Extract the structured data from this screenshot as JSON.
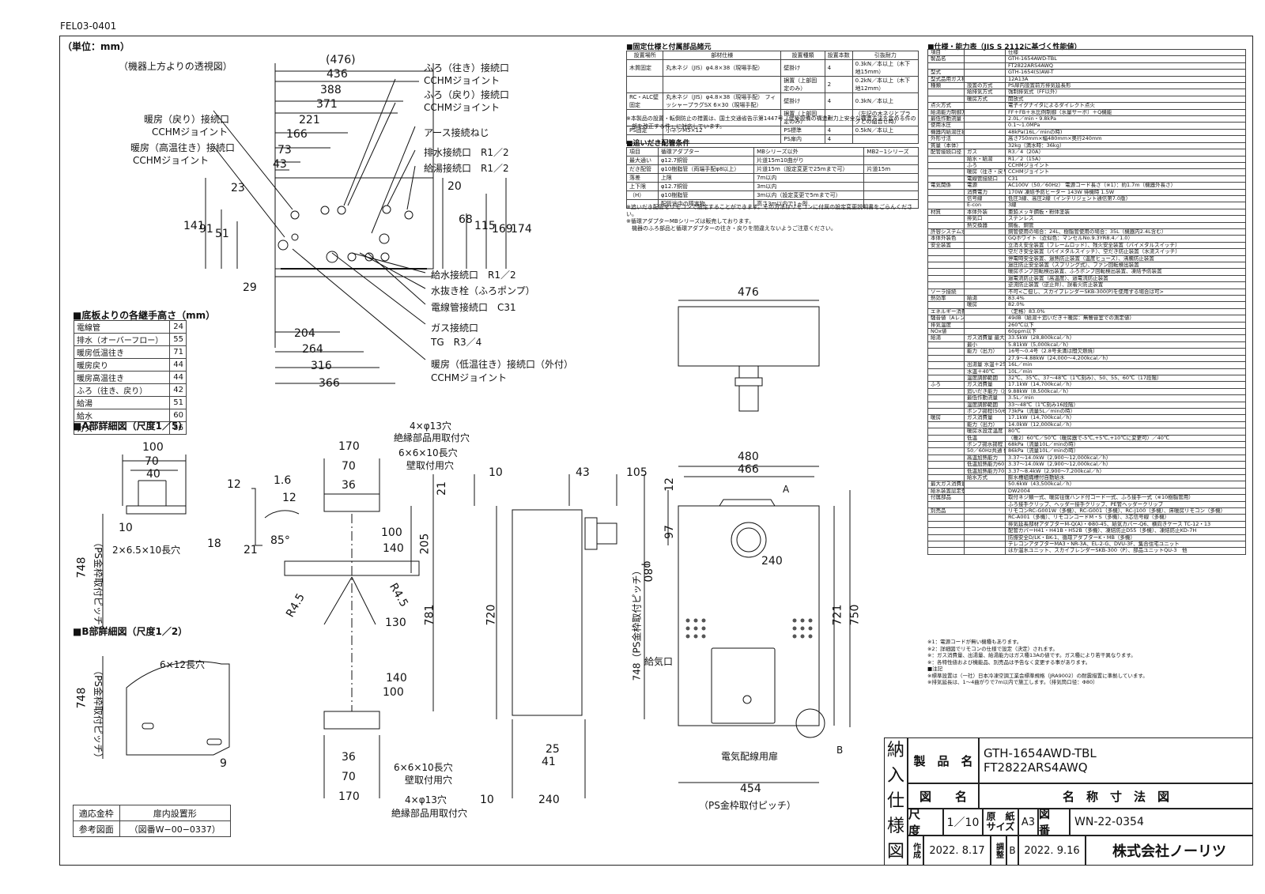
{
  "doc_id": "FEL03-0401",
  "unit": "（単位：mm）",
  "top_view": {
    "title": "（機器上方よりの透視図）",
    "dims_h": [
      "(476)",
      "436",
      "388",
      "371",
      "221",
      "166",
      "73",
      "43"
    ],
    "dims_v": [
      "141",
      "91",
      "51",
      "23",
      "20",
      "68",
      "115",
      "169",
      "174"
    ],
    "dims_b": [
      "29",
      "204",
      "264",
      "316",
      "366"
    ]
  },
  "connections": [
    "ふろ（往き）接続口",
    "CCHMジョイント",
    "ふろ（戻り）接続口",
    "CCHMジョイント",
    "アース接続ねじ",
    "排水接続口　R1／2",
    "給湯接続口　R1／2",
    "暖房（戻り）接続口",
    "CCHMジョイント",
    "暖房（高温往き）接続口",
    "CCHMジョイント",
    "給水接続口　R1／2",
    "水抜き栓（ふろポンプ）",
    "電線管接続口　C31",
    "ガス接続口",
    "TG　R3／4",
    "暖房（低温往き）接続口（外付）",
    "CCHMジョイント"
  ],
  "height_table": {
    "title": "■底板よりの各継手高さ（mm）",
    "rows": [
      [
        "電線管",
        "24"
      ],
      [
        "排水（オーバーフロー）",
        "55"
      ],
      [
        "暖房低温往き",
        "71"
      ],
      [
        "暖房戻り",
        "44"
      ],
      [
        "暖房高温往き",
        "44"
      ],
      [
        "ふろ（往き、戻り）",
        "42"
      ],
      [
        "給湯",
        "51"
      ],
      [
        "給水",
        "60"
      ],
      [
        "ガス",
        "56"
      ]
    ]
  },
  "detail_a": {
    "title": "■A部詳細図（尺度1／5）",
    "dims": [
      "100",
      "70",
      "40",
      "10",
      "18",
      "12",
      "21",
      "1.6",
      "12",
      "85°",
      "2×6.5×10長穴",
      "748",
      "（PS金枠取付ピッチ）"
    ]
  },
  "detail_b": {
    "title": "■B部詳細図（尺度1／2）",
    "dims": [
      "6×12長穴",
      "748",
      "（PS金枠取付ピッチ）",
      "9"
    ]
  },
  "bracket_view": {
    "labels": [
      "4×φ13穴",
      "絶縁部品用取付穴",
      "6×6×10長穴",
      "壁取付用穴",
      "170",
      "70",
      "36",
      "21",
      "100",
      "140",
      "205",
      "R4.5",
      "R4.5",
      "130",
      "781",
      "140",
      "100",
      "70",
      "36",
      "170",
      "6×6×10長穴",
      "壁取付用穴",
      "4×φ13穴",
      "絶縁部品用取付穴"
    ]
  },
  "side_view": {
    "labels": [
      "10",
      "43",
      "105",
      "720",
      "25",
      "41",
      "10",
      "240"
    ]
  },
  "front_view": {
    "labels": [
      "476",
      "480",
      "466",
      "A",
      "12",
      "97",
      "240",
      "φ80",
      "748（PS金枠取付ピッチ）",
      "721",
      "750",
      "給気口",
      "電気配線用扉",
      "B",
      "454",
      "（PS金枠取付ピッチ）"
    ]
  },
  "ref_box": {
    "r1c1": "適応金枠",
    "r1c2": "扉内設置形",
    "r2c1": "参考図面",
    "r2c2": "（図番W−00−0337）"
  },
  "fix_spec": {
    "title": "■固定仕様と付属部品諸元",
    "headers": [
      "設置場所",
      "部材仕様",
      "設置種類",
      "設置本数",
      "引抜耐力"
    ],
    "rows": [
      [
        "木質固定",
        "丸木ネジ（JIS）φ4.8×38（現場手配）",
        "壁掛け",
        "4",
        "0.3kN／本以上（木下地15mm）"
      ],
      [
        "",
        "",
        "据置（上部固定のみ）",
        "2",
        "0.2kN／本以上（木下地12mm）"
      ],
      [
        "RC・ALC壁固定",
        "丸木ネジ（JIS）φ4.8×38（現場手配） フィッシャープラグSX 6×30（現場手配）",
        "壁掛け",
        "4",
        "0.3kN／本以上"
      ],
      [
        "",
        "",
        "据置（上部固定のみ）",
        "2",
        "（左記の木ネジとプラグとの組合せ時）"
      ],
      [
        "PS固定",
        "小ネジM5×12",
        "PS標準",
        "4",
        "0.5kN／本以上"
      ],
      [
        "",
        "",
        "PS扉内",
        "4",
        ""
      ]
    ],
    "note": "※本製品の設置・転倒防止の措置は、国土交通省告示第1447号「建築設備の構造耐力上安全な構造方法を定める件の一部を改正する件」に対応しています。"
  },
  "pipe_spec": {
    "title": "■追いだき配管条件",
    "rows": [
      [
        "項目",
        "循環アダプター",
        "MBシリーズ以外",
        "MB2−1シリーズ"
      ],
      [
        "最大通い",
        "φ12.7銅管",
        "片道15m10曲がり",
        ""
      ],
      [
        "だき配管",
        "φ10樹脂管（両端手配φ8以上）",
        "片道15m（設定変更で25mまで可）",
        "片道15m"
      ],
      [
        "落差",
        "上限",
        "7m以内",
        ""
      ],
      [
        "上下限",
        "φ12.7銅管",
        "3m以内",
        ""
      ],
      [
        "（H）",
        "φ10樹脂管",
        "3m以内（設定変更で5mまで可）",
        ""
      ],
      [
        "",
        "配管途中の障害物",
        "高さ3m以内で1ヵ所",
        ""
      ]
    ],
    "notes": [
      "※追いだき配管をリモコンで設定することができます。その方法はリモコンに付属の設定変更説明書をごらんください。",
      "※循環アダプターMBシリーズは販売しております。",
      "　機器のふろ部品と循環アダプターの往き・戻りを間違えないようご注意ください。"
    ]
  },
  "spec_table": {
    "title": "■仕様・能力表（JIS S 2112に基づく性能値）",
    "rows": [
      [
        "項目",
        "",
        "仕様"
      ],
      [
        "製品名",
        "",
        "GTH-1654AWD-TBL"
      ],
      [
        "",
        "",
        "FT2822ARS4AWQ"
      ],
      [
        "型式",
        "",
        "GTH-1654(S)AW-T"
      ],
      [
        "型式品用ガス種",
        "",
        "12A13A"
      ],
      [
        "種類",
        "設置の方式",
        "PS扉内設置前方排気延長形"
      ],
      [
        "",
        "給排気方式",
        "強制排気式（FF以外）"
      ],
      [
        "",
        "暖房方式",
        "開放式"
      ],
      [
        "点火方式",
        "",
        "電子イグナイタによるダイレクト点火"
      ],
      [
        "給湯能力制御方式",
        "",
        "FF＋FB＋水比例制御（水量サーボ）＋Q機能"
      ],
      [
        "最低作動流量・水圧",
        "",
        "2.0L／min・9.8kPa"
      ],
      [
        "使用水圧",
        "",
        "0.1〜1.0MPa"
      ],
      [
        "機器内給湯圧損",
        "",
        "48kPa(16L／minの時)"
      ],
      [
        "外形寸法",
        "",
        "高さ750mm×幅480mm×奥行240mm"
      ],
      [
        "質量（本体）",
        "",
        "32kg（満水時：36kg）"
      ],
      [
        "配管接続口径",
        "ガス",
        "R3／4（20A）"
      ],
      [
        "",
        "給水・給湯",
        "R1／2（15A）"
      ],
      [
        "",
        "ふろ",
        "CCHMジョイント"
      ],
      [
        "",
        "暖房（往き・戻り）",
        "CCHMジョイント"
      ],
      [
        "",
        "電線管接続口",
        "C31"
      ],
      [
        "電気関係",
        "電源",
        "AC100V（50／60Hz） 電源コード長さ（※1）：約1.7m（機器外長さ）"
      ],
      [
        "",
        "消費電力",
        "170W 凍結予防ヒーター 143W 待機時 1.5W"
      ],
      [
        "",
        "信号線",
        "低圧3線、高圧2線（インテリジェント通信第7.0版）"
      ],
      [
        "",
        "E-con",
        "3線"
      ],
      [
        "材質",
        "本体外装",
        "亜鉛メッキ鋼板・粉体塗装"
      ],
      [
        "",
        "排気口",
        "ステンレス"
      ],
      [
        "",
        "熱交換器",
        "銅板、銅管"
      ],
      [
        "許容システム水量",
        "",
        "銅管使用の場合：24L、樹脂管使用の場合：35L（機器内2.4L含む）"
      ],
      [
        "本体外装色",
        "",
        "GQホワイト（近似色：マンセルNo.9.3YR8.4／1.0）"
      ],
      [
        "安全装置",
        "",
        "立消え安全装置（フレームロッド）、残火安全装置（バイメタルスイッチ）"
      ],
      [
        "",
        "",
        "空だき安全装置（バイメタルスイッチ）、空だき防止装置（水流スイッチ）"
      ],
      [
        "",
        "",
        "停電時安全装置、過熱防止装置（温度ヒューズ）、沸騰防止装置"
      ],
      [
        "",
        "",
        "過圧防止安全装置（スプリング式）、ファン回転検出装置"
      ],
      [
        "",
        "",
        "暖房ポンプ回転検出装置、ふろポンプ回転検出装置、凍結予防装置"
      ],
      [
        "",
        "",
        "過電流防止装置（高温度）、過電流防止装置"
      ],
      [
        "",
        "",
        "逆流防止装置（逆止弁）、誤着火防止装置"
      ],
      [
        "ソーラ接続",
        "",
        "不可<ご但し、スカイブレンダーSKB-300(P)を使用する場合は可>"
      ],
      [
        "熱効率",
        "給湯",
        "83.4%"
      ],
      [
        "",
        "暖房",
        "82.0%"
      ],
      [
        "エネルギー消費効率",
        "",
        "（定格）83.0%"
      ],
      [
        "騒音値（Aレンジ）",
        "",
        "49dB（給湯＋追いだき＋暖房：無響音室での測定値）"
      ],
      [
        "排気温度",
        "",
        "260℃以下"
      ],
      [
        "NOx値",
        "",
        "60ppm以下"
      ],
      [
        "給湯",
        "ガス消費量 最大",
        "33.5kW（28,800kcal／h）"
      ],
      [
        "",
        "最小",
        "5.81kW（5,000kcal／h）"
      ],
      [
        "",
        "能力（出力）",
        "16号〜0.4号（2.8号未満は間欠燃焼）"
      ],
      [
        "",
        "",
        "27.9〜4.88kW（24,000〜4,200kcal／h）"
      ],
      [
        "",
        "出湯量 水温＋25℃",
        "16L／min"
      ],
      [
        "",
        "水温＋40℃",
        "10L／min"
      ],
      [
        "",
        "温度調節範囲",
        "32℃、35℃、37〜48℃（1℃刻み）、50、55、60℃（17段階）"
      ],
      [
        "ふろ",
        "ガス消費量",
        "17.1kW（14,700kcal／h）"
      ],
      [
        "",
        "追いだき能力（出力）",
        "9.88kW（8,500kcal／h）"
      ],
      [
        "",
        "最低作動流量",
        "3.5L／min"
      ],
      [
        "",
        "温度調節範囲",
        "33〜48℃（1℃刻み16段階）"
      ],
      [
        "",
        "ポンプ揚程(50/60Hz)",
        "73kPa（流量5L／minの時）"
      ],
      [
        "暖房",
        "ガス消費量",
        "17.1kW（14,700kcal／h）"
      ],
      [
        "",
        "能力（出力）",
        "14.0kW（12,000kcal／h）"
      ],
      [
        "",
        "暖房水設定温度 高温",
        "80℃"
      ],
      [
        "",
        "低温",
        "（暖2）60℃／50℃（暖房器で-5℃,+5℃,+10℃に変更可）／40℃"
      ],
      [
        "",
        "ポンプ揚水揚程 高温",
        "68kPa（流量10L／minの時）"
      ],
      [
        "",
        "50／60Hz共通 低温",
        "86kPa（流量10L／minの時）"
      ],
      [
        "",
        "高温加熱能力",
        "3.37〜14.0kW（2,900〜12,000kcal／h）"
      ],
      [
        "",
        "低温加熱能力60℃",
        "3.37〜14.0kW（2,900〜12,000kcal／h）"
      ],
      [
        "",
        "低温加熱能力70℃",
        "3.37〜8.4kW（2,900〜7,200kcal／h）"
      ],
      [
        "",
        "給水方式",
        "膨水槽組織槽付自動給水"
      ],
      [
        "最大ガス消費量（同時使用時）",
        "",
        "50.6kW（43,500kcal／h）"
      ],
      [
        "給水装置認定登録番号",
        "",
        "DW2004"
      ],
      [
        "付属部品",
        "",
        "取付ネジ類一式、暖房往復ハンド付コード一式、ふろ接手一式（※10樹脂管用）"
      ],
      [
        "",
        "",
        "ふろ接手クリップ、ヘッダー接手クリップ、PE管ヘッダークリップ"
      ],
      [
        "別売品",
        "",
        "リモコンRC-G001W（多機）、RC-G001（多機）、RC-J100（多機）、床暖房リモコン（多機）"
      ],
      [
        "",
        "",
        "RC-A001（多機）、リモコンコードM・S（多機）、3芯信号線（多機）"
      ],
      [
        "",
        "",
        "排気延長部材アダプターM-Q(A)・Φ80-45、給気カバー-Q6、横向きケース TC-12・13"
      ],
      [
        "",
        "",
        "配管カバーH41・H41B・H52B（多機）、凍結防止D55（多機）、凍結防止KD-7H"
      ],
      [
        "",
        "",
        "防振安全D/LK・BK-1、循環アダプターK・MB（多機）"
      ],
      [
        "",
        "",
        "テレコンアダプターMA3・NR-3A、EL-2-G、DVU-3F、集合住宅ユニット"
      ],
      [
        "",
        "",
        "ほか温水ユニット、スカイブレンダーSKB-300（P）、部品ユニットQU-3　他"
      ]
    ],
    "notes": [
      "※1：電源コードが無い機種もあります。",
      "※2：詳細図でリモコンの仕様で設定（決定）されます。",
      "※：ガス消費量、出湯量、給湯能力はガス種13Aの値です。ガス種により若干異なります。",
      "※：各特性値および機能品、別売品は予告なく変更する事があります。",
      "■注記",
      "※標準設置は（一社）日本冷凍空調工業会標準規格（JRA9002）の耐震措置に準拠しています。",
      "※排気延長は、1〜4曲がりで7m以内で施工します。（排気筒口径：Φ80）"
    ]
  },
  "title_block": {
    "side_chars": [
      "納",
      "入",
      "仕",
      "様",
      "図"
    ],
    "product_label": "製　品　名",
    "product1": "GTH-1654AWD-TBL",
    "product2": "FT2822ARS4AWQ",
    "drawing_label": "図　　名",
    "drawing_name": "名　称　寸　法　図",
    "scale_label": "尺　度",
    "scale": "1／10",
    "paper_label1": "原　紙",
    "paper_label2": "サイズ",
    "paper": "A3",
    "no_label": "図　番",
    "no": "WN-22-0354",
    "made_label": "作成",
    "made": "2022. 8.17",
    "check_label": "調整",
    "check_code": "B",
    "check_date": "2022. 9.16",
    "company": "株式会社ノーリツ"
  }
}
